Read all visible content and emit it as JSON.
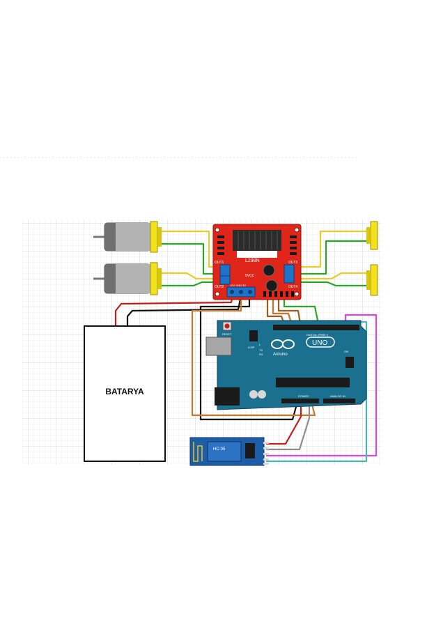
{
  "battery": {
    "label": "BATARYA"
  },
  "driver": {
    "model": "L298N",
    "out1": "OUT1",
    "out2": "OUT2",
    "out3": "OUT3",
    "out4": "OUT4",
    "v5": "5VCC",
    "pwr_pins": "12V GND 5V"
  },
  "arduino": {
    "logo_text": "Arduino",
    "model": "UNO",
    "digital": "DIGITAL (PWM~)",
    "power": "POWER",
    "analog": "ANALOG IN",
    "reset": "RESET",
    "icsp": "ICSP",
    "tx": "TX",
    "rx": "RX",
    "l": "L",
    "on": "ON"
  },
  "bluetooth": {
    "model": "HC-05"
  },
  "colors": {
    "driver_board": "#e0261b",
    "arduino_board": "#1b6f8f",
    "bt_board": "#1e5ea6",
    "motor_cap": "#f2e11c",
    "wire_green": "#2aa52a",
    "wire_yellow": "#e8cc2a",
    "wire_red": "#c0201a",
    "wire_black": "#111111",
    "wire_brown": "#9b5a1e",
    "wire_orange": "#c9772a",
    "wire_gray": "#8e8e8e",
    "wire_magenta": "#d24bd6",
    "wire_teal": "#4bb8b0"
  }
}
